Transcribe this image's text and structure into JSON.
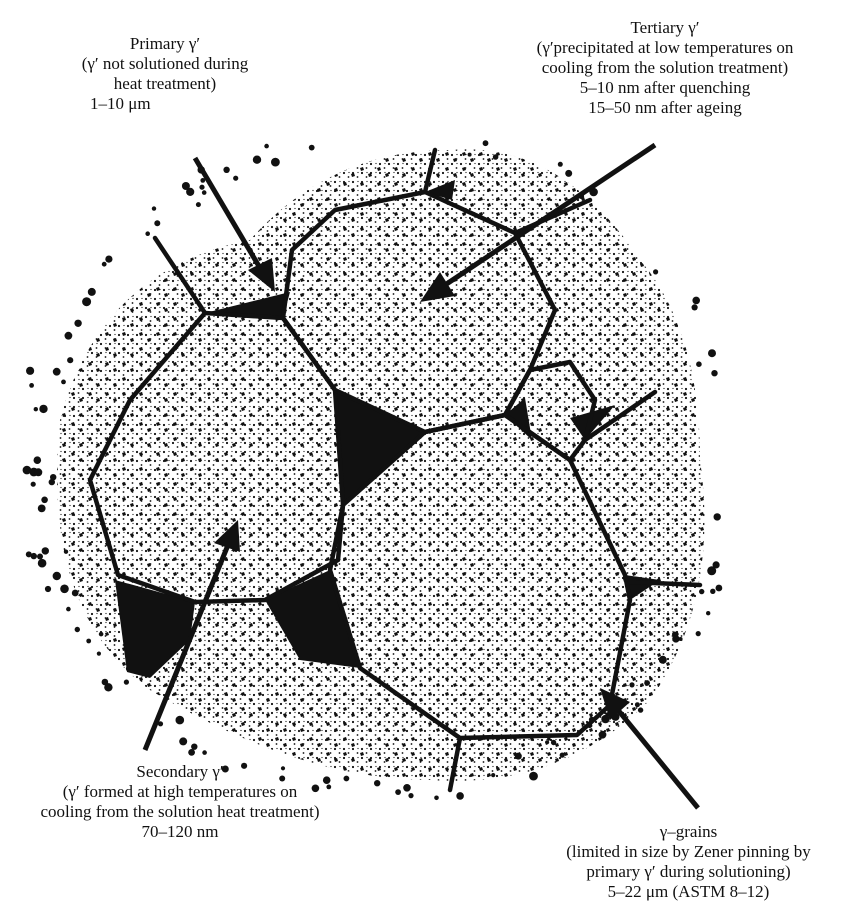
{
  "labels": {
    "primary": {
      "title": "Primary γ′",
      "lines": [
        "(γ′ not solutioned during",
        "heat treatment)",
        "1–10 μm"
      ]
    },
    "tertiary": {
      "title": "Tertiary γ′",
      "lines": [
        "(γ′precipitated at low temperatures on",
        "cooling from the solution treatment)",
        "5–10 nm after quenching",
        "15–50 nm after ageing"
      ]
    },
    "secondary": {
      "title": "Secondary γ′",
      "lines": [
        "(γ′ formed at high temperatures on",
        "cooling from the solution heat treatment)",
        "70–120 nm"
      ]
    },
    "grains": {
      "title": "γ–grains",
      "lines": [
        "(limited in size by Zener pinning by",
        "primary γ′ during solutioning)",
        "5–22 μm (ASTM 8–12)"
      ]
    }
  },
  "colors": {
    "ink": "#111111",
    "background": "#ffffff"
  }
}
